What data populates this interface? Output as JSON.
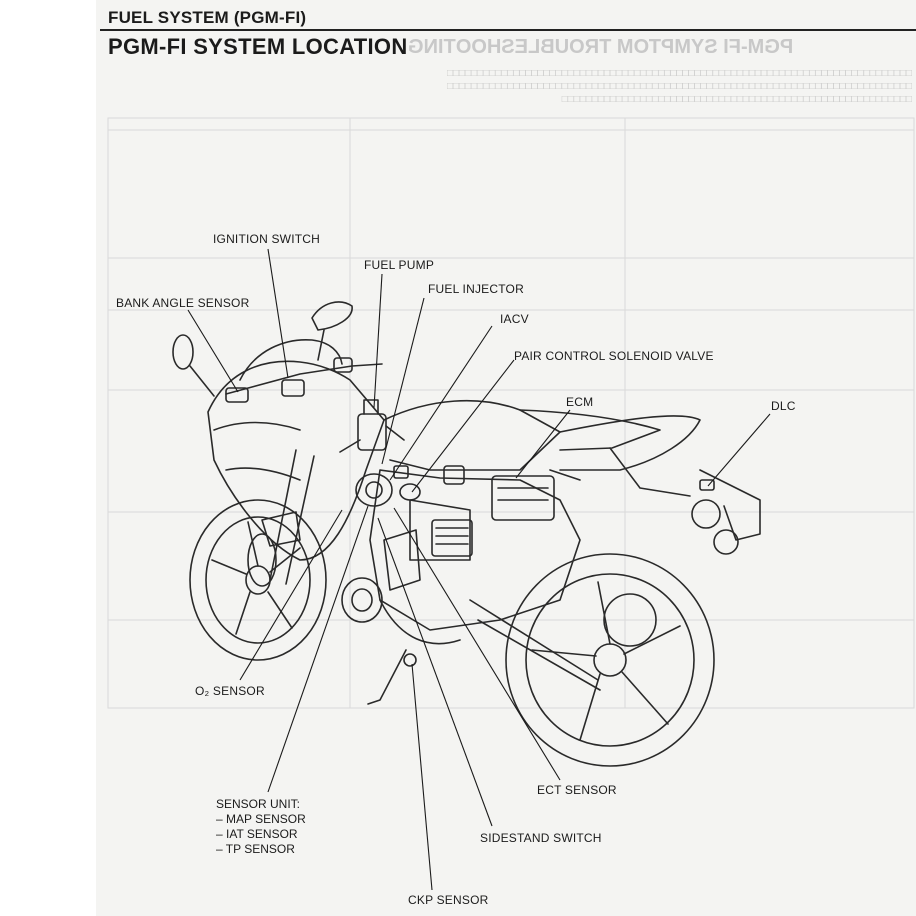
{
  "document": {
    "section_header": "FUEL SYSTEM (PGM-FI)",
    "page_title": "PGM-FI SYSTEM LOCATION",
    "bleed_through_title": "PGM-FI SYMPTOM TROUBLESHOOTING"
  },
  "labels": {
    "ignition_switch": "IGNITION SWITCH",
    "fuel_pump": "FUEL PUMP",
    "fuel_injector": "FUEL INJECTOR",
    "bank_angle_sensor": "BANK ANGLE SENSOR",
    "iacv": "IACV",
    "pair_control_solenoid_valve": "PAIR CONTROL SOLENOID VALVE",
    "ecm": "ECM",
    "dlc": "DLC",
    "o2_sensor": "O₂ SENSOR",
    "ect_sensor": "ECT SENSOR",
    "sidestand_switch": "SIDESTAND SWITCH",
    "ckp_sensor": "CKP SENSOR",
    "sensor_unit": {
      "title": "SENSOR UNIT:",
      "items": [
        "– MAP SENSOR",
        "– IAT SENSOR",
        "– TP SENSOR"
      ]
    }
  },
  "colors": {
    "ink": "#1b1b1b",
    "paper": "#f4f4f2",
    "bleed": "#c9c9c9"
  }
}
